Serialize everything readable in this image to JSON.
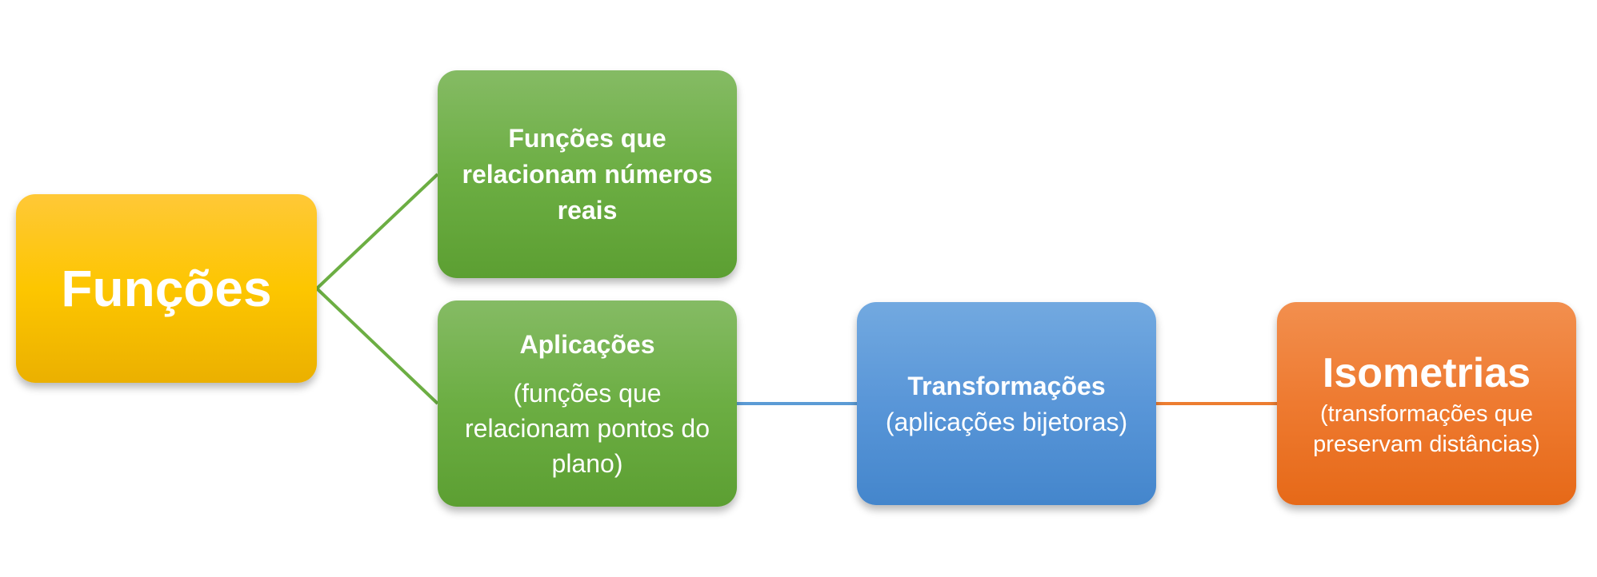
{
  "nodes": {
    "funcoes": {
      "title": "Funções",
      "color": "#FDC600"
    },
    "reais": {
      "title": "Funções que relacionam números reais",
      "color": "#6CAE43"
    },
    "aplicacoes": {
      "title": "Aplicações",
      "subtitle": "(funções que relacionam pontos do plano)",
      "color": "#6CAE43"
    },
    "transformacoes": {
      "title": "Transformações",
      "subtitle": "(aplicações bijetoras)",
      "color": "#5996D8"
    },
    "isometrias": {
      "title": "Isometrias",
      "subtitle": "(transformações que preservam distâncias)",
      "color": "#EE7A30"
    }
  },
  "connectors": [
    {
      "from": "funcoes",
      "to": "reais",
      "color": "#6CAE43"
    },
    {
      "from": "funcoes",
      "to": "aplicacoes",
      "color": "#6CAE43"
    },
    {
      "from": "aplicacoes",
      "to": "transformacoes",
      "color": "#5996D8"
    },
    {
      "from": "transformacoes",
      "to": "isometrias",
      "color": "#EE7A30"
    }
  ]
}
